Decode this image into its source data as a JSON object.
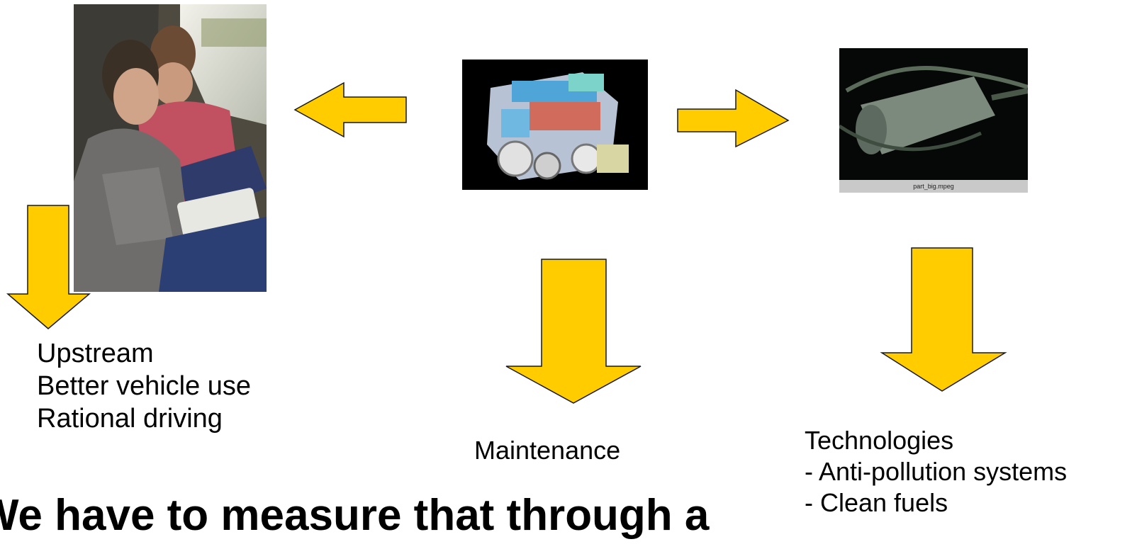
{
  "colors": {
    "arrow_fill": "#ffcc00",
    "arrow_stroke": "#1a1a1a"
  },
  "images": {
    "drivers": "photo of an instructor and a driver in a vehicle cab",
    "engine": "cutaway illustration of an engine",
    "exhaust": "video frame of an exhaust after-treatment device"
  },
  "video_caption": "part_big.mpeg",
  "labels": {
    "upstream": [
      "Upstream",
      "Better vehicle use",
      "Rational driving"
    ],
    "maintenance": "Maintenance",
    "technologies": [
      "Technologies",
      "- Anti-pollution systems",
      "- Clean fuels"
    ]
  },
  "bottom_text": "We have to measure that through a"
}
